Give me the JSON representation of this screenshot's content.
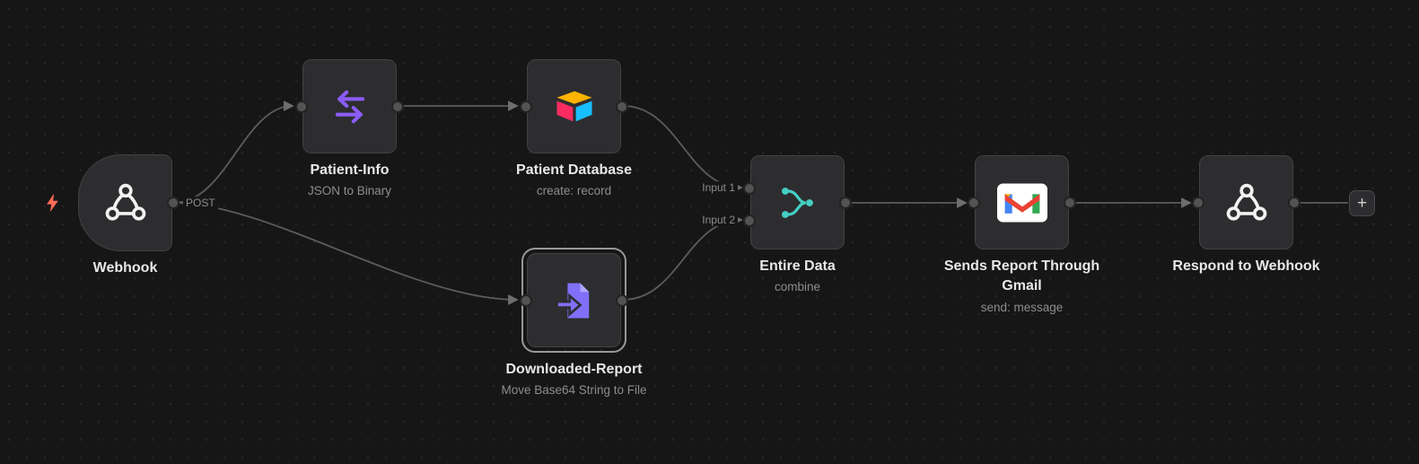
{
  "canvas": {
    "background": "#161616",
    "dot_color": "#262626"
  },
  "trigger_indicator": {
    "icon": "lightning-icon",
    "color": "#ff6d5a"
  },
  "workflow": {
    "nodes": [
      {
        "id": "webhook",
        "title": "Webhook",
        "icon": "webhook-icon",
        "type": "trigger",
        "output_label": "POST"
      },
      {
        "id": "patient-info",
        "title": "Patient-Info",
        "subtitle": "JSON to Binary",
        "icon": "move-binary-arrows-icon"
      },
      {
        "id": "patient-database",
        "title": "Patient Database",
        "subtitle": "create: record",
        "icon": "airtable-icon"
      },
      {
        "id": "downloaded-report",
        "title": "Downloaded-Report",
        "subtitle": "Move Base64 String to File",
        "icon": "file-import-icon",
        "selected": true
      },
      {
        "id": "entire-data",
        "title": "Entire Data",
        "subtitle": "combine",
        "icon": "merge-icon",
        "input_labels": [
          "Input 1",
          "Input 2"
        ]
      },
      {
        "id": "gmail",
        "title": "Sends Report Through Gmail",
        "subtitle": "send: message",
        "icon": "gmail-icon"
      },
      {
        "id": "respond-webhook",
        "title": "Respond to Webhook",
        "icon": "webhook-icon"
      }
    ],
    "connections": [
      {
        "from": "webhook",
        "to": "patient-info"
      },
      {
        "from": "webhook",
        "to": "downloaded-report"
      },
      {
        "from": "patient-info",
        "to": "patient-database"
      },
      {
        "from": "patient-database",
        "to": "entire-data",
        "to_input": "Input 1"
      },
      {
        "from": "downloaded-report",
        "to": "entire-data",
        "to_input": "Input 2"
      },
      {
        "from": "entire-data",
        "to": "gmail"
      },
      {
        "from": "gmail",
        "to": "respond-webhook"
      }
    ],
    "add_button": {
      "label": "+"
    }
  },
  "colors": {
    "node_bg": "#2d2d2f",
    "node_border": "#424245",
    "edge": "#5c5c5c",
    "title_text": "#e8e8e8",
    "subtitle_text": "#8d8d8d",
    "trigger_accent": "#ff6d5a",
    "merge_teal": "#45cfc4",
    "binary_purple": "#8b5cf6",
    "file_purple": "#8170f7",
    "gmail_red": "#ea4335",
    "gmail_blue": "#4285f4",
    "gmail_green": "#34a853",
    "gmail_yellow": "#fbbc04",
    "airtable_yellow": "#fcb400",
    "airtable_red": "#f82b60",
    "airtable_blue": "#18bfff"
  }
}
